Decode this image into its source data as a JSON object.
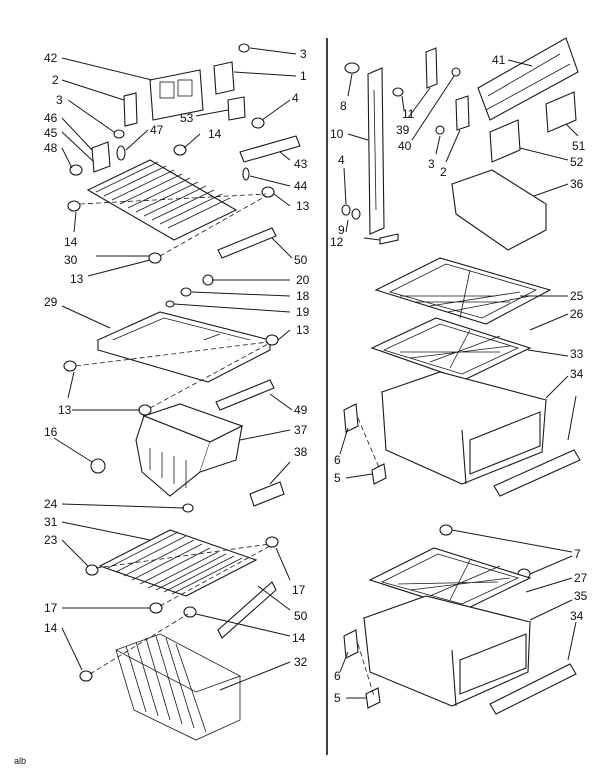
{
  "diagram": {
    "left_column_labels": [
      "42",
      "2",
      "3",
      "46",
      "45",
      "48",
      "53",
      "47",
      "14",
      "3",
      "1",
      "4",
      "43",
      "44",
      "13",
      "14",
      "30",
      "13",
      "50",
      "20",
      "18",
      "19",
      "29",
      "13",
      "13",
      "49",
      "16",
      "37",
      "38",
      "24",
      "31",
      "23",
      "17",
      "50",
      "17",
      "14",
      "14",
      "32"
    ],
    "right_column_labels": [
      "8",
      "10",
      "4",
      "9",
      "12",
      "11",
      "39",
      "40",
      "41",
      "3",
      "2",
      "51",
      "52",
      "36",
      "25",
      "26",
      "33",
      "34",
      "6",
      "5",
      "7",
      "27",
      "35",
      "34",
      "6",
      "5"
    ],
    "footer_mark": "alb"
  }
}
